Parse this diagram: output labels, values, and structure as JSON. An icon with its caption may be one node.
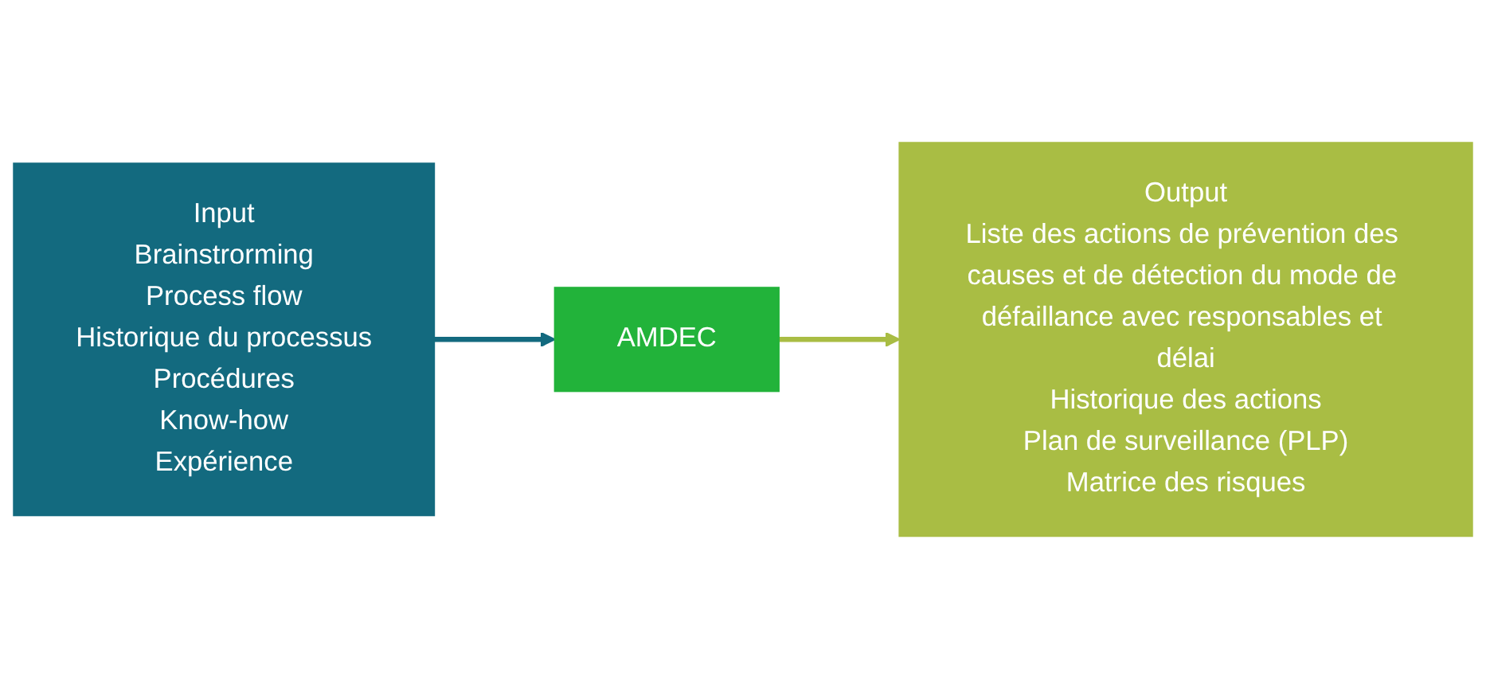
{
  "diagram": {
    "nodes": [
      {
        "text": [
          "Input",
          "Brainstrorming",
          "Process flow",
          "Historique du processus",
          "Procédures",
          "Know-how",
          "Expérience"
        ]
      },
      {
        "text": [
          "AMDEC"
        ]
      },
      {
        "text": [
          "Output",
          "Liste des actions de prévention des causes et de détection du mode de défaillance avec responsables et délai",
          "Historique des actions",
          "Plan de surveillance (PLP)",
          "Matrice des risques"
        ]
      }
    ],
    "edges": [
      {
        "from": 0,
        "to": 1,
        "arrow": "to",
        "color": "#136a7f"
      },
      {
        "from": 1,
        "to": 2,
        "arrow": "to",
        "color": "#a9bd44"
      }
    ]
  }
}
